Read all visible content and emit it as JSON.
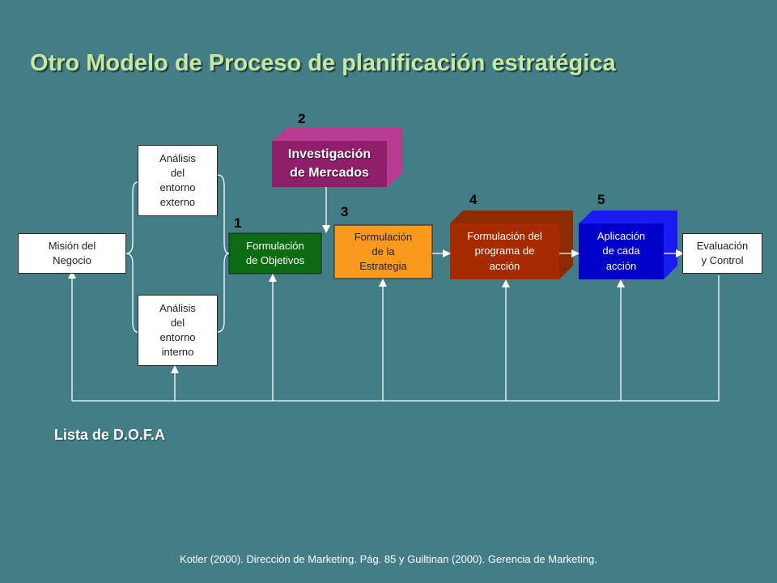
{
  "slide": {
    "title": "Otro Modelo de Proceso de planificación estratégica",
    "footer": "Kotler (2000). Dirección de Marketing. Pág. 85 y Guiltinan (2000). Gerencia de Marketing.",
    "dofa_label": "Lista de D.O.F.A"
  },
  "diagram": {
    "mision": "Misión del\nNegocio",
    "analisis_externo": "Análisis\ndel\nentorno\nexterno",
    "analisis_interno": "Análisis\ndel\nentorno\ninterno",
    "formulacion_objetivos": "Formulación\nde Objetivos",
    "investigacion": "Investigación\nde Mercados",
    "formulacion_estrategia": "Formulación\nde la\nEstrategia",
    "formulacion_programa": "Formulación del\nprograma de\nacción",
    "aplicacion": "Aplicación\nde cada\nacción",
    "evaluacion": "Evaluación\ny Control",
    "step_numbers": [
      "1",
      "2",
      "3",
      "4",
      "5"
    ]
  },
  "colors": {
    "background": "#437d85",
    "title": "#c8e7a0",
    "objetivos": "#0d6b14",
    "investigacion": "#8f1f6a",
    "estrategia": "#f99a1c",
    "programa": "#a72b00",
    "aplicacion": "#0000c8"
  }
}
